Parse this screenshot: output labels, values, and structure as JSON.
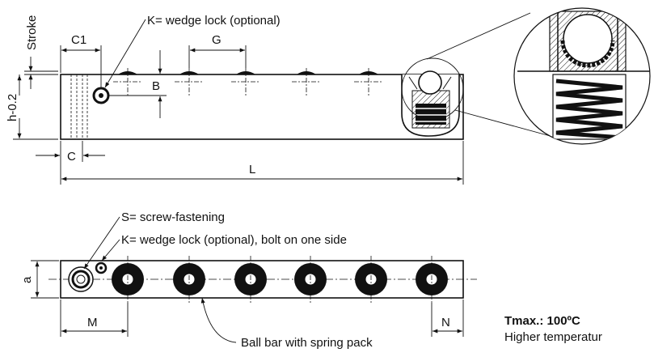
{
  "labels": {
    "stroke": "Stroke",
    "c1": "C1",
    "k_top": "K= wedge lock (optional)",
    "g": "G",
    "b": "B",
    "h": "h-0.2",
    "c": "C",
    "l": "L",
    "s": "S= screw-fastening",
    "k_bottom": "K= wedge lock (optional), bolt on one side",
    "a": "a",
    "m": "M",
    "n": "N",
    "ball_bar": "Ball bar with spring pack"
  },
  "notes": {
    "tmax": "Tmax.: 100ºC",
    "higher_temp": "Higher temperatur"
  },
  "colors": {
    "line": "#111111",
    "fill_dark": "#1a1a1a",
    "background": "#ffffff"
  }
}
